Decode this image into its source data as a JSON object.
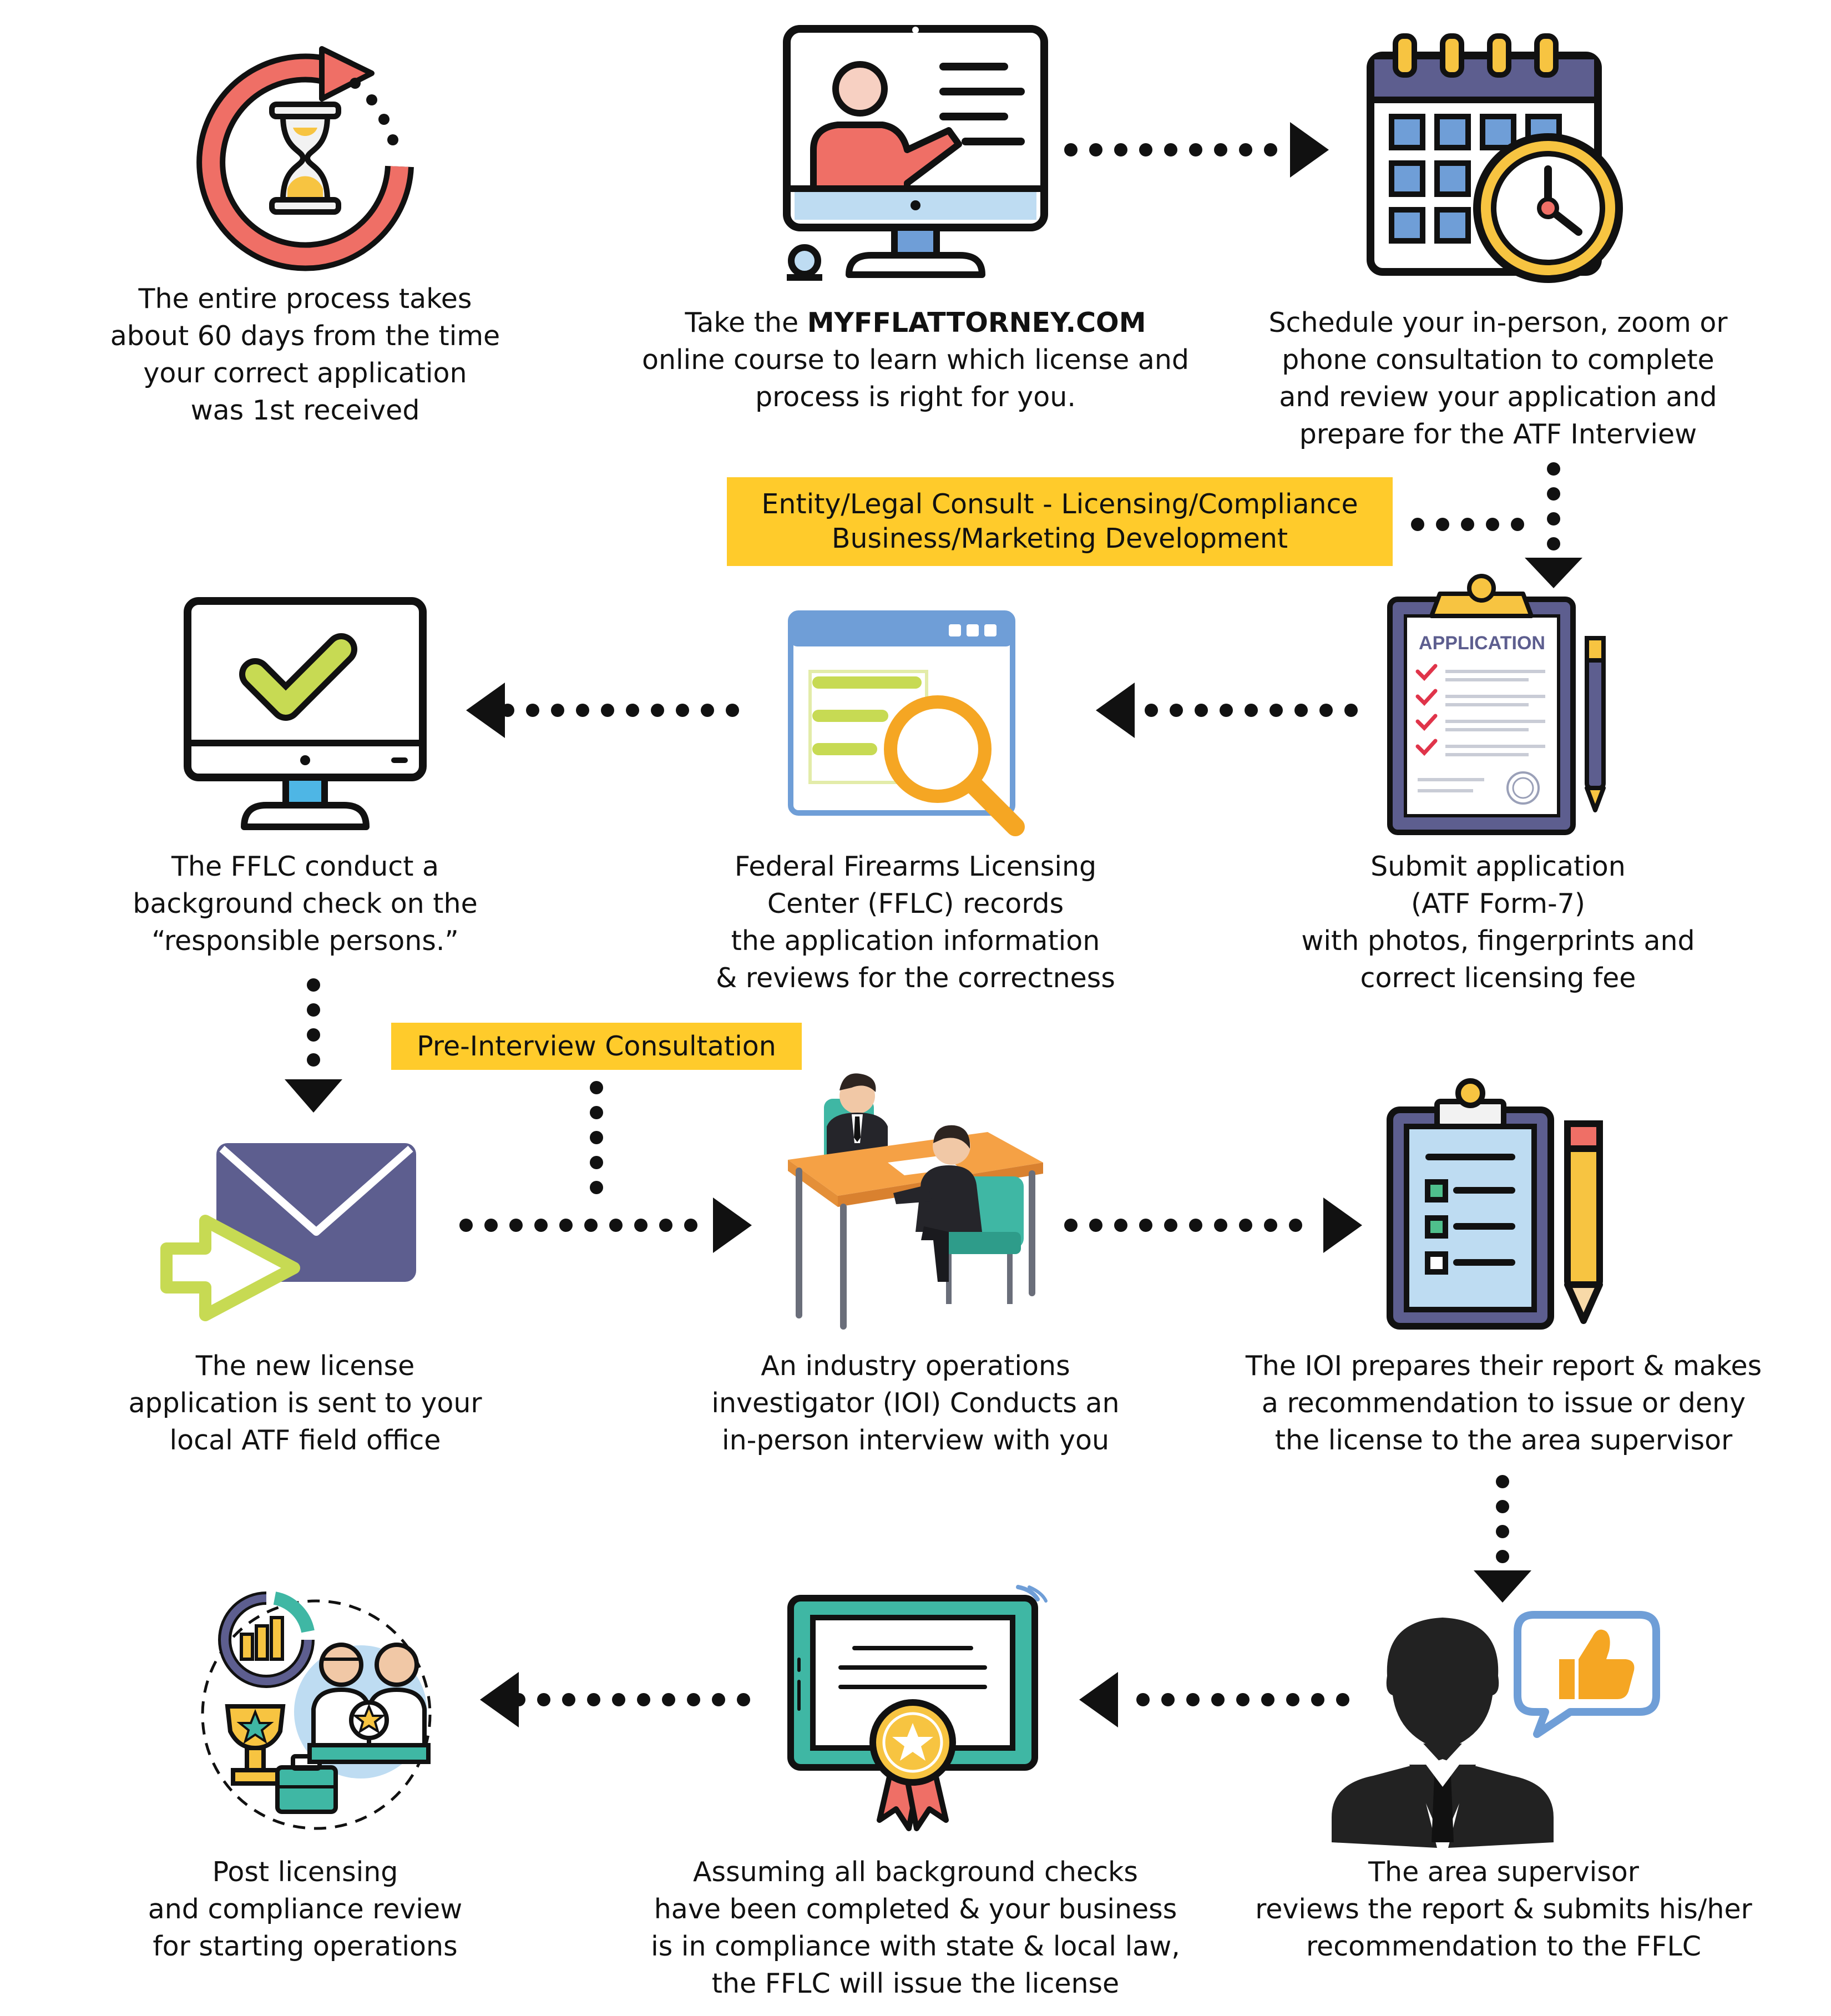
{
  "steps": {
    "s1": {
      "lines": [
        "The entire process takes",
        "about 60 days from the time",
        "your correct application",
        "was 1st received"
      ]
    },
    "s2": {
      "lines": [
        "Take the ",
        "online course to learn which license and",
        "process is right for you."
      ],
      "brand": "MYFFLATTORNEY.COM"
    },
    "s3": {
      "lines": [
        "Schedule your in-person, zoom or",
        "phone consultation to complete",
        "and review your application and",
        "prepare for the ATF Interview"
      ]
    },
    "s4": {
      "lines": [
        "The FFLC conduct a",
        "background check on the",
        "“responsible persons.”"
      ]
    },
    "s5": {
      "lines": [
        "Federal Firearms Licensing",
        "Center (FFLC) records",
        "the application information",
        "& reviews for the correctness"
      ]
    },
    "s6": {
      "lines": [
        "Submit application",
        "(ATF Form-7)",
        "with photos, fingerprints and",
        "correct licensing fee"
      ]
    },
    "s7": {
      "lines": [
        "The new license",
        "application is sent to your",
        "local ATF field office"
      ]
    },
    "s8": {
      "lines": [
        "An industry operations",
        "investigator (IOI) Conducts an",
        "in-person interview with you"
      ]
    },
    "s9": {
      "lines": [
        "The IOI prepares their report & makes",
        "a recommendation to issue or deny",
        "the license to the area supervisor"
      ]
    },
    "s10": {
      "lines": [
        "Post licensing",
        "and compliance review",
        "for starting operations"
      ]
    },
    "s11": {
      "lines": [
        "Assuming all background checks",
        "have been completed & your business",
        "is in compliance with state & local law,",
        "the FFLC will issue the license"
      ]
    },
    "s12": {
      "lines": [
        "The area supervisor",
        "reviews the report & submits his/her",
        "recommendation to the FFLC"
      ]
    }
  },
  "tags": {
    "entity": {
      "lines": [
        "Entity/Legal Consult - Licensing/Compliance",
        "Business/Marketing Development"
      ]
    },
    "pre_interview": {
      "lines": [
        "Pre-Interview Consultation"
      ]
    }
  },
  "icons": {
    "application_header": "APPLICATION",
    "names": [
      "hourglass-cycle-icon",
      "online-course-monitor-icon",
      "calendar-clock-icon",
      "application-clipboard-icon",
      "document-search-icon",
      "monitor-check-icon",
      "envelope-send-icon",
      "interview-desk-icon",
      "report-clipboard-icon",
      "supervisor-thumbs-up-icon",
      "license-certificate-icon",
      "business-growth-icon"
    ]
  },
  "colors": {
    "highlight": "#FFCB2B",
    "outline": "#111111",
    "salmon": "#EF6F66",
    "blue_light": "#BEDCF2",
    "blue_mid": "#6F9ED7",
    "navy": "#5D5E8F",
    "lime": "#C7DA53",
    "teal": "#3FB7A4",
    "orange": "#F5A145"
  }
}
